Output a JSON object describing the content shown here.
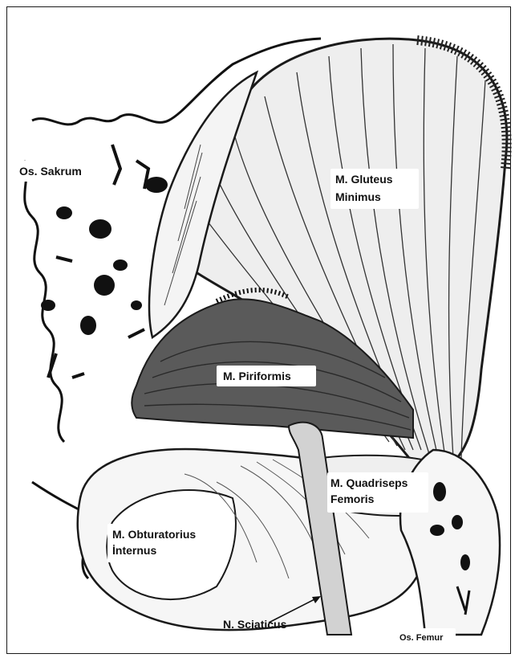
{
  "labels": {
    "sacrum": "Os. Sakrum",
    "gluteus_line1": "M. Gluteus",
    "gluteus_line2": "Minimus",
    "piriformis": "M. Piriformis",
    "quadriceps_line1": "M. Quadriseps",
    "quadriceps_line2": "Femoris",
    "obturator_line1": "M. Obturatorius",
    "obturator_line2": "İnternus",
    "sciatic": "N. Sciaticus",
    "femur": "Os. Femur"
  },
  "colors": {
    "ink": "#1a1a1a",
    "piriformis_fill": "#555555",
    "nerve_fill": "#d2d2d2",
    "muscle_fill": "#e6e6e6"
  }
}
